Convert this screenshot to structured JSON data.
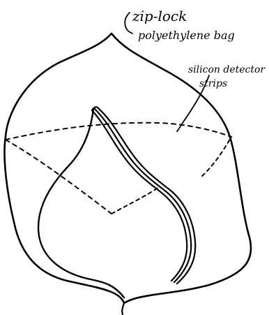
{
  "labels": {
    "bag_line1": "zip-lock",
    "bag_line2": "polyethylene bag",
    "strip_line1": "silicon detector",
    "strip_line2": "strips"
  },
  "colors": {
    "ink": "#000000",
    "background": "#ffffff"
  }
}
